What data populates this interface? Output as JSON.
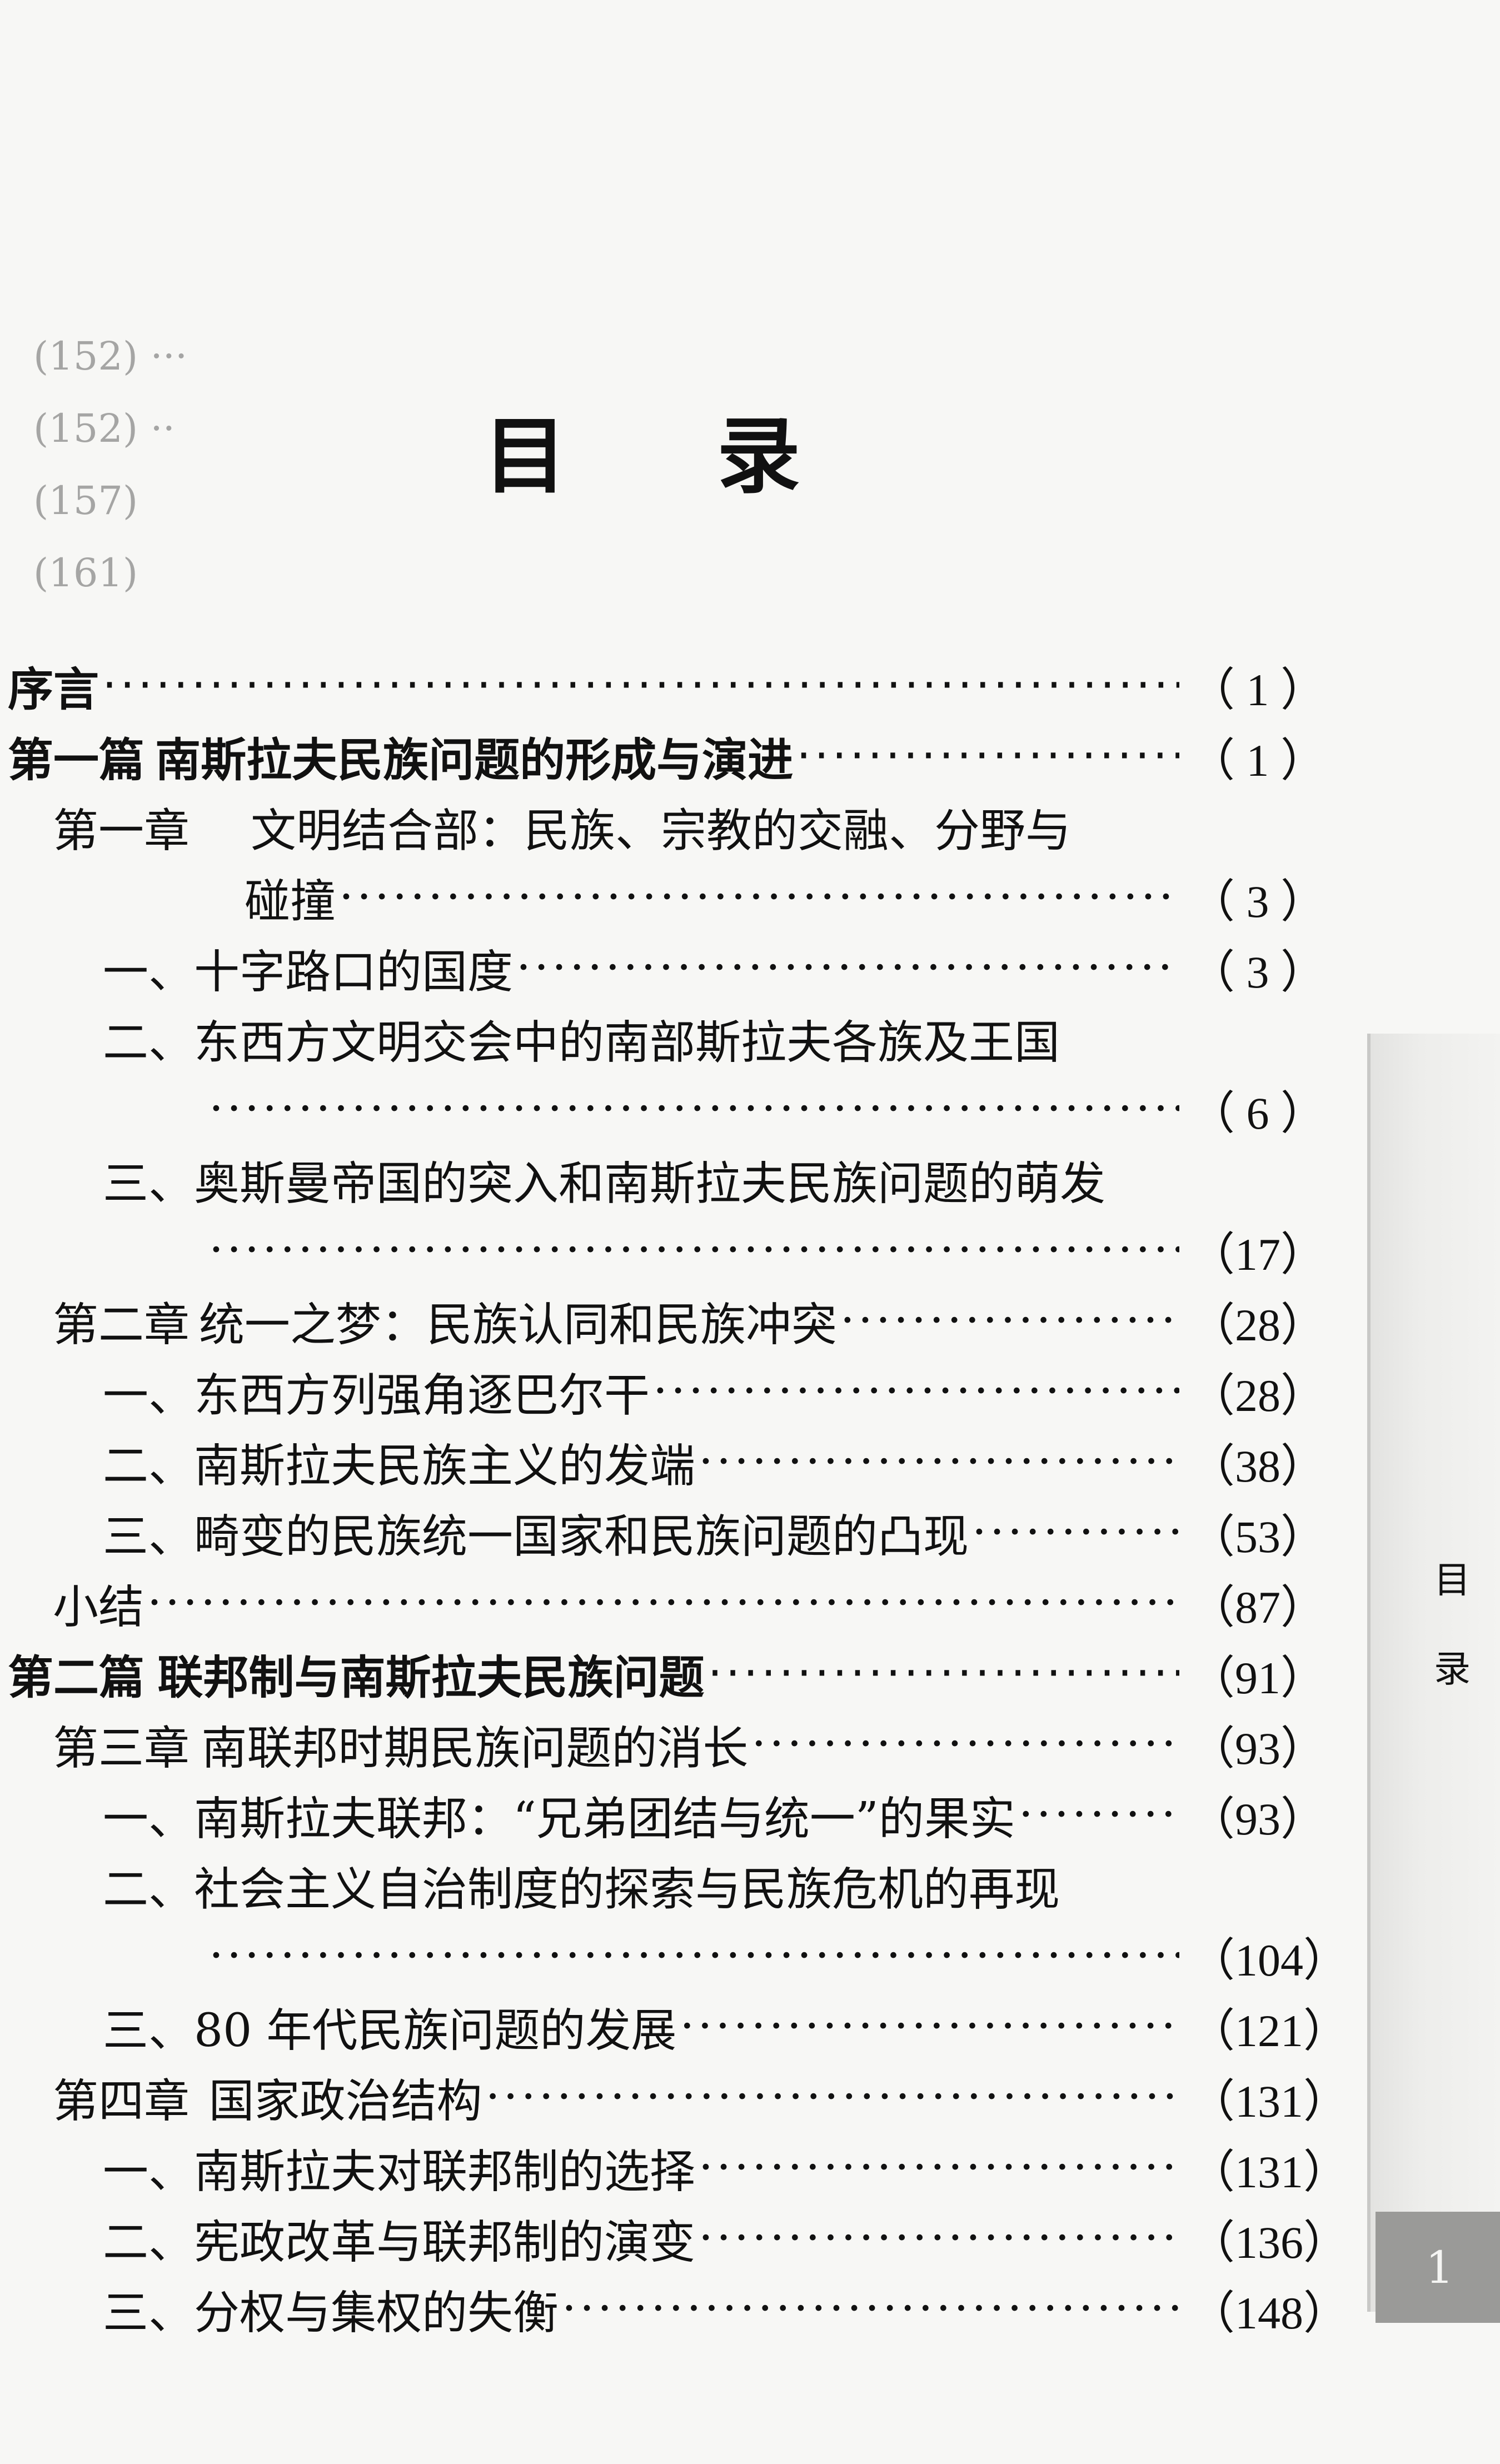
{
  "title": "目录",
  "margin_marks": [
    "(152) ···",
    "(152) ··",
    "(157)",
    "(161)"
  ],
  "toc": [
    {
      "level": "part",
      "label": "序言",
      "page": "（ 1 ）"
    },
    {
      "level": "part",
      "label": "第一篇",
      "title": "南斯拉夫民族问题的形成与演进",
      "page": "（ 1 ）"
    },
    {
      "level": "chapter",
      "label": "第一章",
      "title": "文明结合部：民族、宗教的交融、分野与"
    },
    {
      "level": "cont",
      "title": "碰撞",
      "page": "（ 3 ）"
    },
    {
      "level": "section",
      "title": "一、十字路口的国度",
      "page": "（ 3 ）"
    },
    {
      "level": "section",
      "title": "二、东西方文明交会中的南部斯拉夫各族及王国"
    },
    {
      "level": "leader",
      "page": "（ 6 ）"
    },
    {
      "level": "section",
      "title": "三、奥斯曼帝国的突入和南斯拉夫民族问题的萌发"
    },
    {
      "level": "leader",
      "page": "（17）"
    },
    {
      "level": "chapter",
      "label": "第二章",
      "title": "统一之梦：民族认同和民族冲突",
      "page": "（28）"
    },
    {
      "level": "section",
      "title": "一、东西方列强角逐巴尔干",
      "page": "（28）"
    },
    {
      "level": "section",
      "title": "二、南斯拉夫民族主义的发端",
      "page": "（38）"
    },
    {
      "level": "section",
      "title": "三、畸变的民族统一国家和民族问题的凸现",
      "page": "（53）"
    },
    {
      "level": "chapter",
      "label": "小结",
      "page": "（87）"
    },
    {
      "level": "part",
      "label": "第二篇",
      "title": "联邦制与南斯拉夫民族问题",
      "page": "（91）"
    },
    {
      "level": "chapter",
      "label": "第三章",
      "title": "南联邦时期民族问题的消长",
      "page": "（93）"
    },
    {
      "level": "section",
      "title": "一、南斯拉夫联邦：“兄弟团结与统一”的果实",
      "page": "（93）"
    },
    {
      "level": "section",
      "title": "二、社会主义自治制度的探索与民族危机的再现"
    },
    {
      "level": "leader",
      "page": "（104）"
    },
    {
      "level": "section",
      "title": "三、80 年代民族问题的发展",
      "page": "（121）"
    },
    {
      "level": "chapter",
      "label": "第四章",
      "title": "国家政治结构",
      "page": "（131）"
    },
    {
      "level": "section",
      "title": "一、南斯拉夫对联邦制的选择",
      "page": "（131）"
    },
    {
      "level": "section",
      "title": "二、宪政改革与联邦制的演变",
      "page": "（136）"
    },
    {
      "level": "section",
      "title": "三、分权与集权的失衡",
      "page": "（148）"
    }
  ],
  "side_tab": {
    "line1": "目",
    "line2": "录"
  },
  "folio": "1",
  "leader_text": "····························································································································"
}
